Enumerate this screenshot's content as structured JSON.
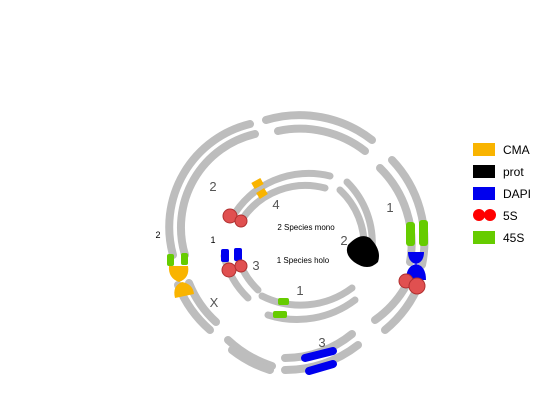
{
  "colors": {
    "chromosome": "#bdbdbd",
    "CMA": "#f9b400",
    "prot": "#000000",
    "DAPI": "#0000ee",
    "5S": "#e05050",
    "45S": "#66cc00"
  },
  "species_labels": {
    "mono": "2 Species mono",
    "holo": "1 Species holo"
  },
  "rings": {
    "outer": {
      "index_label": "2",
      "chromosomes": [
        "1",
        "2",
        "3",
        "X"
      ]
    },
    "inner": {
      "index_label": "1",
      "chromosomes": [
        "1",
        "2",
        "3",
        "4"
      ]
    }
  },
  "legend": [
    {
      "label": "CMA",
      "color": "#f9b400",
      "shape": "rect"
    },
    {
      "label": "prot",
      "color": "#000000",
      "shape": "rect"
    },
    {
      "label": "DAPI",
      "color": "#0000ee",
      "shape": "rect"
    },
    {
      "label": "5S",
      "color": "#e05050",
      "shape": "circles"
    },
    {
      "label": "45S",
      "color": "#66cc00",
      "shape": "rect"
    }
  ]
}
